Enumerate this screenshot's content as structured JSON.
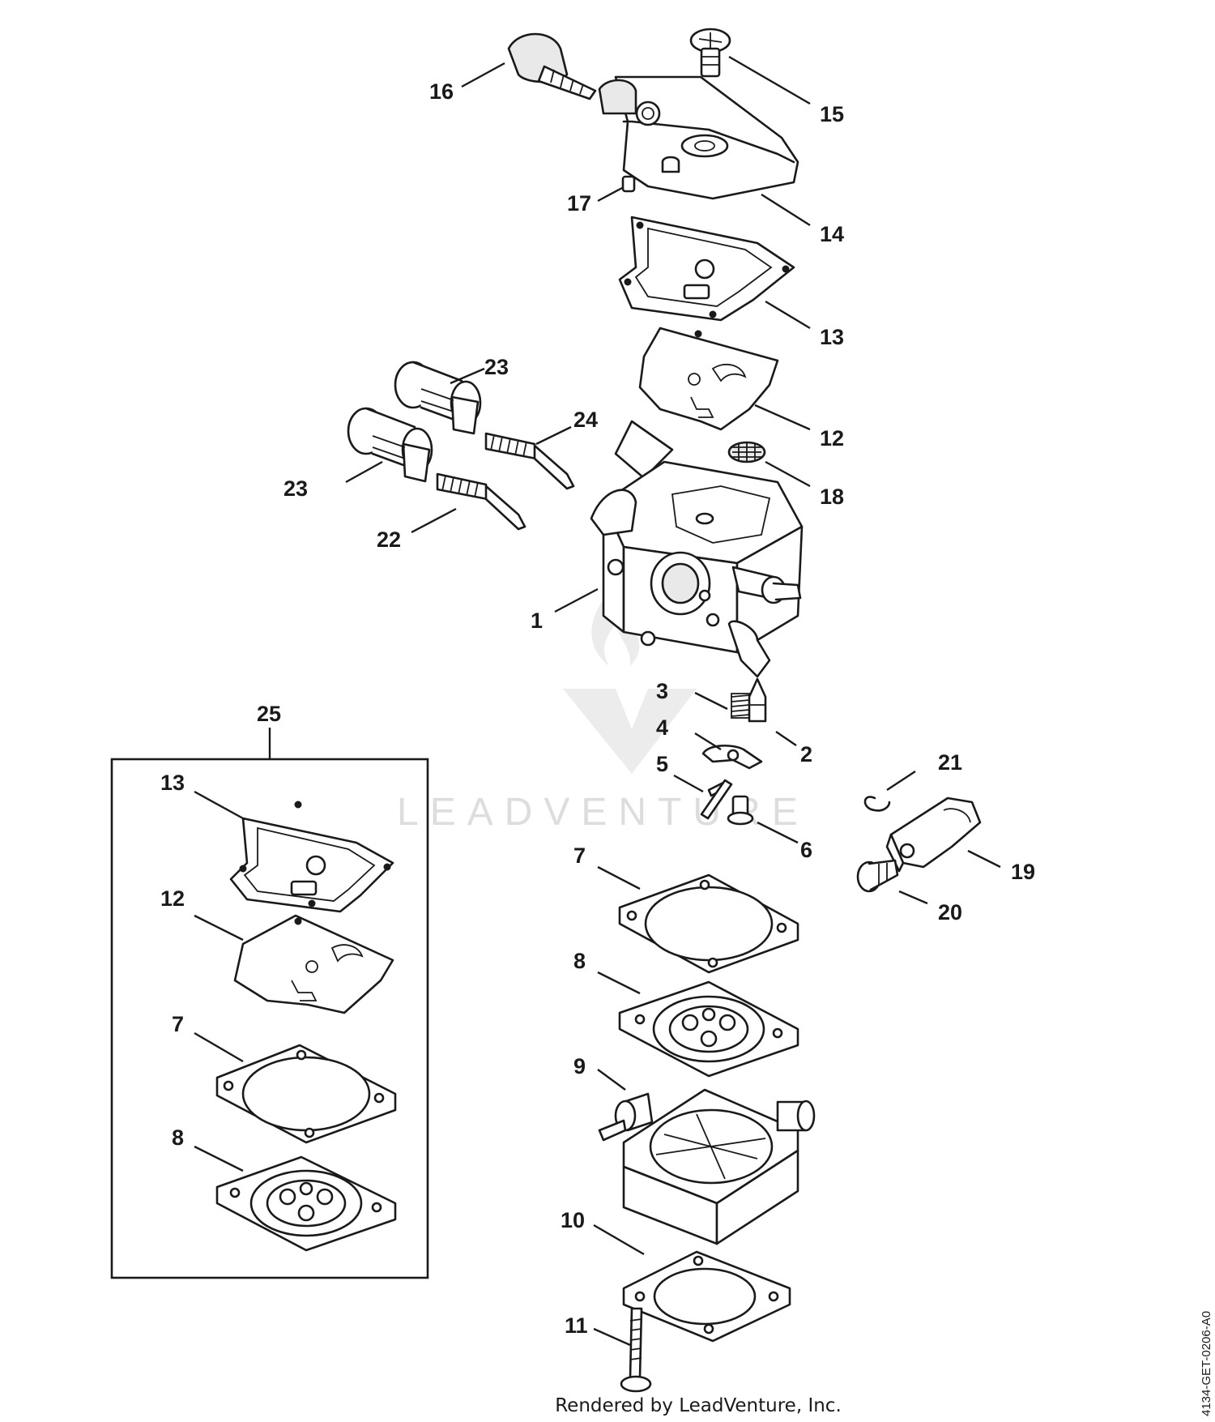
{
  "callouts": {
    "c1": "1",
    "c2": "2",
    "c3": "3",
    "c4": "4",
    "c5": "5",
    "c6": "6",
    "c7": "7",
    "c8": "8",
    "c9": "9",
    "c10": "10",
    "c11": "11",
    "c12": "12",
    "c13": "13",
    "c14": "14",
    "c15": "15",
    "c16": "16",
    "c17": "17",
    "c18": "18",
    "c19": "19",
    "c20": "20",
    "c21": "21",
    "c22": "22",
    "c23a": "23",
    "c23b": "23",
    "c24": "24",
    "c25": "25",
    "kit12": "12",
    "kit13": "13",
    "kit7": "7",
    "kit8": "8"
  },
  "watermark": {
    "text": "LEADVENTURE"
  },
  "footer": {
    "rendered_by": "Rendered by LeadVenture, Inc."
  },
  "diagram_ref": "4134-GET-0206-A0",
  "colors": {
    "ink": "#1a1a1a",
    "watermark": "#dddddd",
    "background": "#ffffff"
  }
}
